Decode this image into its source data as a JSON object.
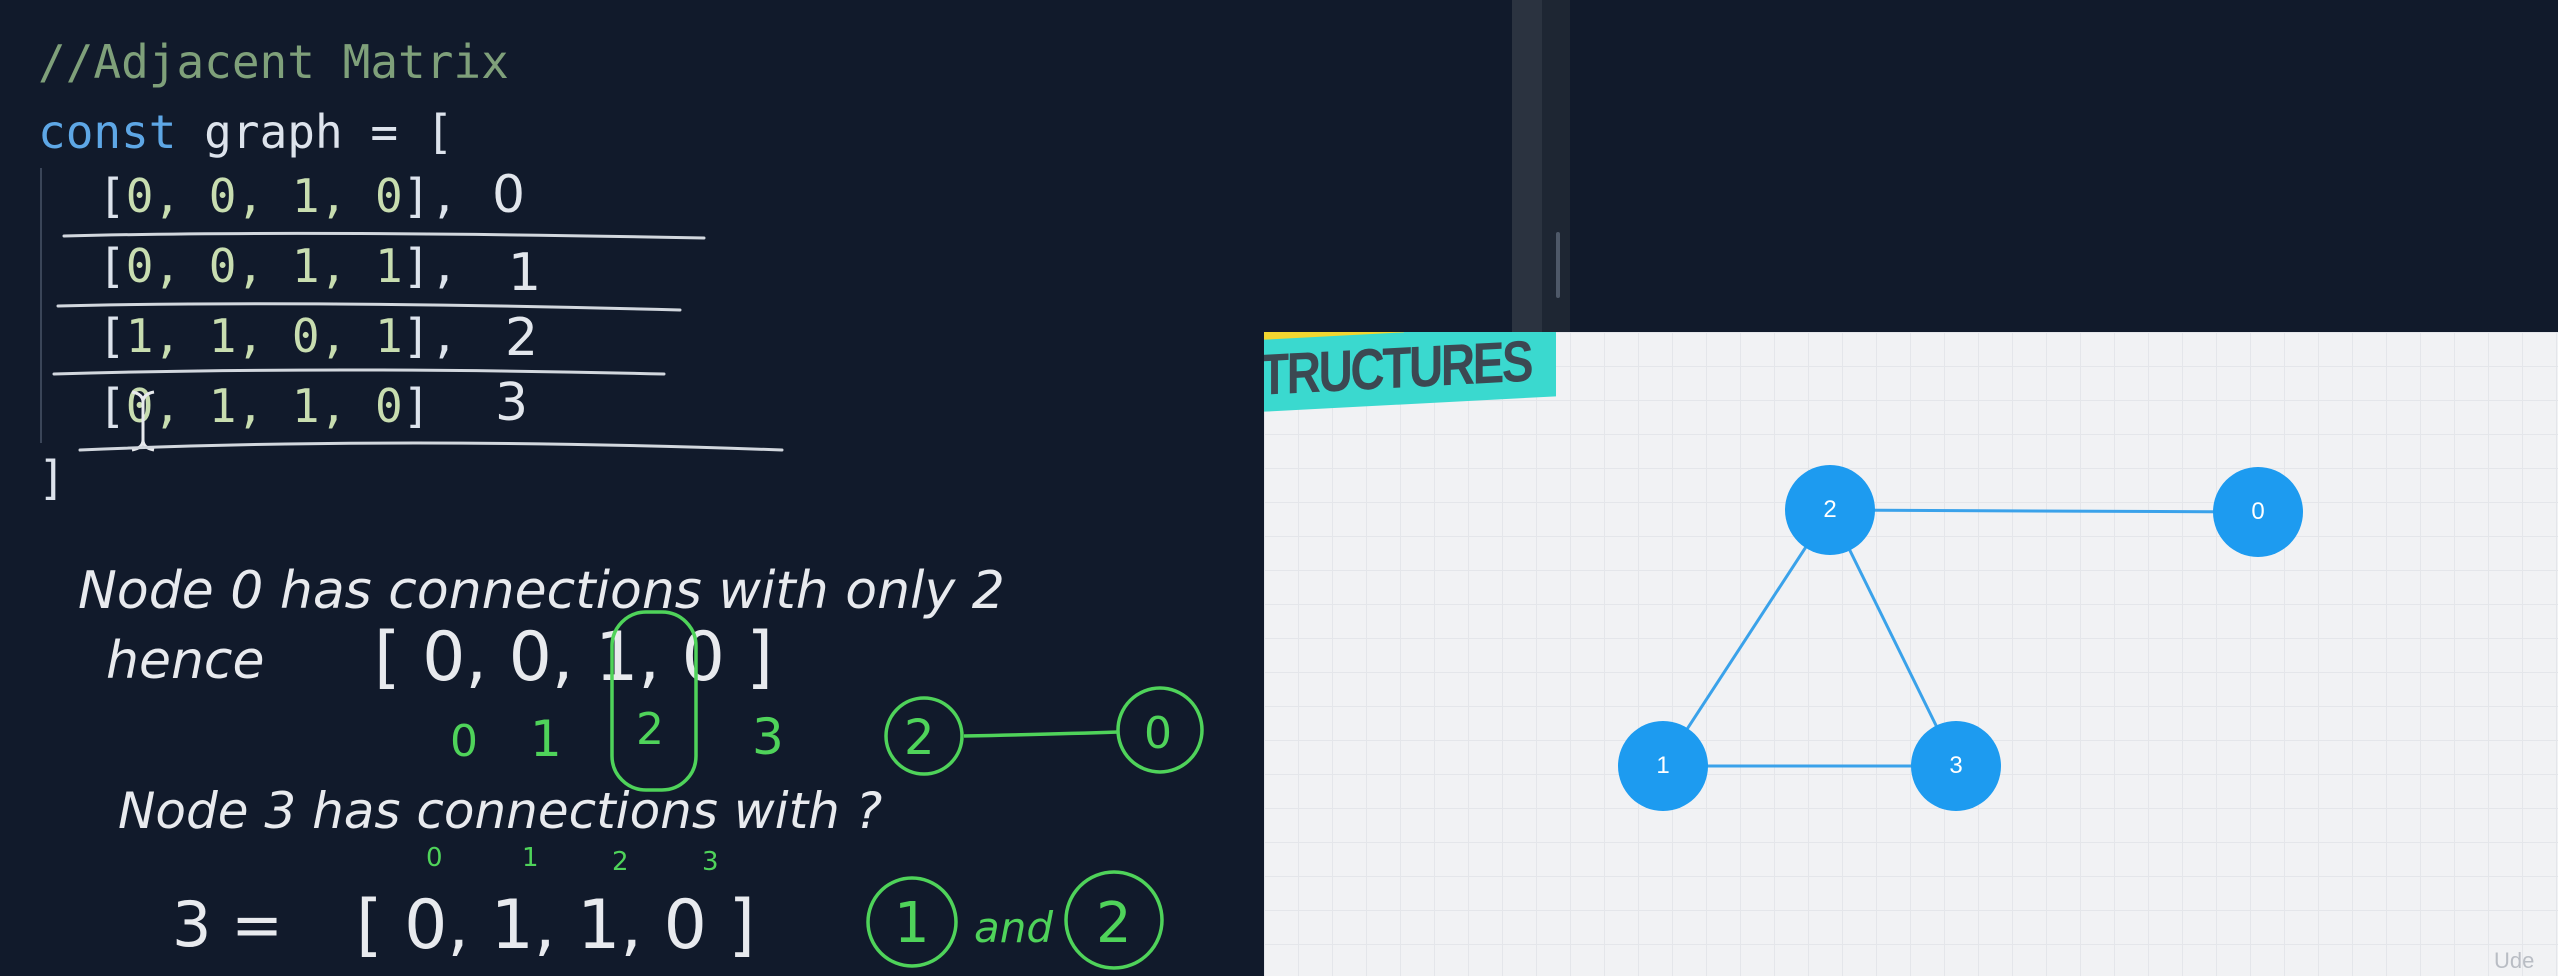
{
  "editor": {
    "comment": "//Adjacent Matrix",
    "decl_keyword": "const",
    "decl_rest": " graph = [",
    "rows": [
      {
        "open": "[",
        "values": "0, 0, 1, 0",
        "close": "],",
        "annotation": "0"
      },
      {
        "open": "[",
        "values": "0, 0, 1, 1",
        "close": "],",
        "annotation": "1"
      },
      {
        "open": "[",
        "values": "1, 1, 0, 1",
        "close": "],",
        "annotation": "2"
      },
      {
        "open": "[",
        "values": "0, 1, 1, 0",
        "close": "]",
        "annotation": "3"
      }
    ],
    "closing": "]"
  },
  "notes": {
    "line1": "Node 0 has connections with only 2",
    "line2_word": "hence",
    "line2_matrix": "[ 0, 0, 1, 0 ]",
    "index_labels": [
      "0",
      "1",
      "2",
      "3"
    ],
    "diagram_left": "2",
    "diagram_right": "0",
    "line3": "Node 3 has connections with ?",
    "line4_lhs": "3 =",
    "line4_matrix": "[ 0, 1, 1, 0 ]",
    "small_indices": [
      "0",
      "1",
      "2",
      "3"
    ],
    "answer_a": "1",
    "answer_join": "and",
    "answer_b": "2"
  },
  "slide": {
    "banner_text": "TRUCTURES",
    "nodes": [
      {
        "id": "0",
        "label": "0"
      },
      {
        "id": "1",
        "label": "1"
      },
      {
        "id": "2",
        "label": "2"
      },
      {
        "id": "3",
        "label": "3"
      }
    ],
    "node_color": "#1d9bf0",
    "edge_color": "#3aa2ea",
    "watermark": "Ude"
  },
  "colors": {
    "background": "#111a2b",
    "ink_white": "#e8eaee",
    "ink_green": "#4fd35a",
    "keyword": "#5ea7e6",
    "comment": "#7fa07a"
  }
}
